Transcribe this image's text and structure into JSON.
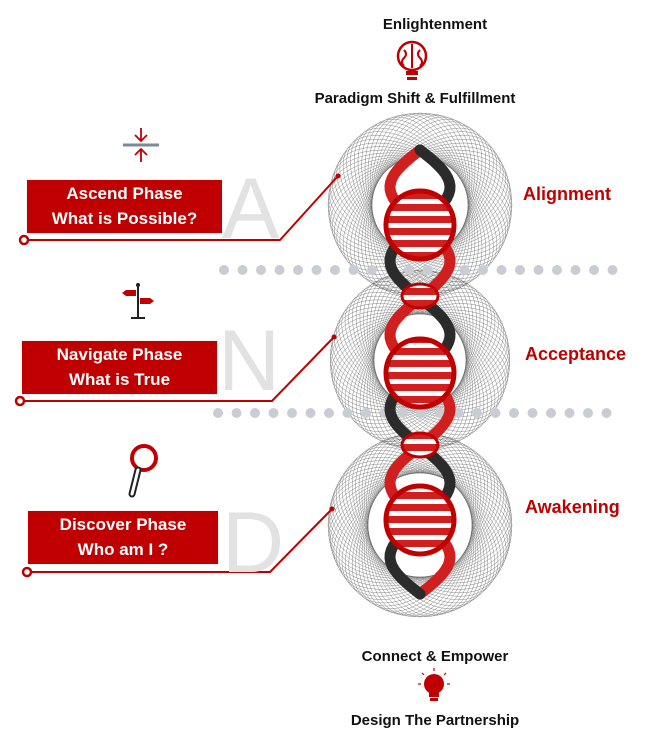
{
  "top": {
    "title": "Enlightenment",
    "subtitle": "Paradigm Shift & Fulfillment"
  },
  "bottom": {
    "title": "Connect & Empower",
    "subtitle": "Design The Partnership"
  },
  "phases": [
    {
      "line1": "Ascend Phase",
      "line2": "What is Possible?",
      "letter": "A",
      "icon": "compress-arrows-icon"
    },
    {
      "line1": "Navigate  Phase",
      "line2": "What is True",
      "letter": "N",
      "icon": "signpost-icon"
    },
    {
      "line1": "Discover Phase",
      "line2": "Who am I ?",
      "letter": "D",
      "icon": "magnifier-icon"
    }
  ],
  "stages": [
    "Alignment",
    "Acceptance",
    "Awakening"
  ],
  "colors": {
    "accent": "#c00000",
    "dots": "#c9cdd3",
    "letters": "#e2e2e2"
  }
}
